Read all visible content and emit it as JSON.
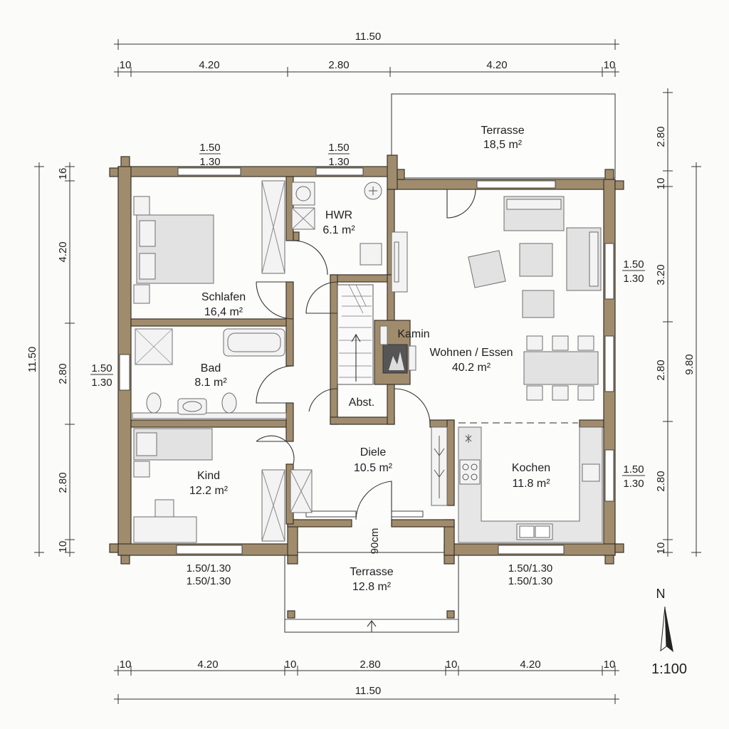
{
  "dimensions": {
    "overall_width": "11.50",
    "top_segments": [
      "10",
      "4.20",
      "2.80",
      "4.20",
      "10"
    ],
    "bottom_segments": [
      "10",
      "4.20",
      "10",
      "2.80",
      "10",
      "4.20",
      "10"
    ],
    "left_overall": "11.50",
    "left_segments": [
      "16",
      "4.20",
      "2.80",
      "2.80",
      "10"
    ],
    "right_segments": [
      "2.80",
      "10",
      "3.20",
      "2.80",
      "2.80",
      "10"
    ],
    "right_overall": "9.80",
    "door_width": "90cm"
  },
  "windows": {
    "top_left": [
      "1.50",
      "1.30"
    ],
    "top_mid": [
      "1.50",
      "1.30"
    ],
    "left_bad": [
      "1.50",
      "1.30"
    ],
    "right_wohnen": [
      "1.50",
      "1.30"
    ],
    "right_kochen": [
      "1.50",
      "1.30"
    ],
    "bottom_kind": [
      "1.50/1.30",
      "1.50/1.30"
    ],
    "bottom_kochen": [
      "1.50/1.30",
      "1.50/1.30"
    ]
  },
  "rooms": {
    "terrasse_top": {
      "name": "Terrasse",
      "area": "18,5 m²"
    },
    "hwr": {
      "name": "HWR",
      "area": "6.1 m²"
    },
    "schlafen": {
      "name": "Schlafen",
      "area": "16,4 m²"
    },
    "bad": {
      "name": "Bad",
      "area": "8.1 m²"
    },
    "kind": {
      "name": "Kind",
      "area": "12.2 m²"
    },
    "kamin": {
      "name": "Kamin"
    },
    "wohnen": {
      "name": "Wohnen / Essen",
      "area": "40.2 m²"
    },
    "abst": {
      "name": "Abst."
    },
    "diele": {
      "name": "Diele",
      "area": "10.5 m²"
    },
    "kochen": {
      "name": "Kochen",
      "area": "11.8 m²"
    },
    "terrasse_bottom": {
      "name": "Terrasse",
      "area": "12.8 m²"
    }
  },
  "compass": {
    "label": "N"
  },
  "scale": "1:100"
}
